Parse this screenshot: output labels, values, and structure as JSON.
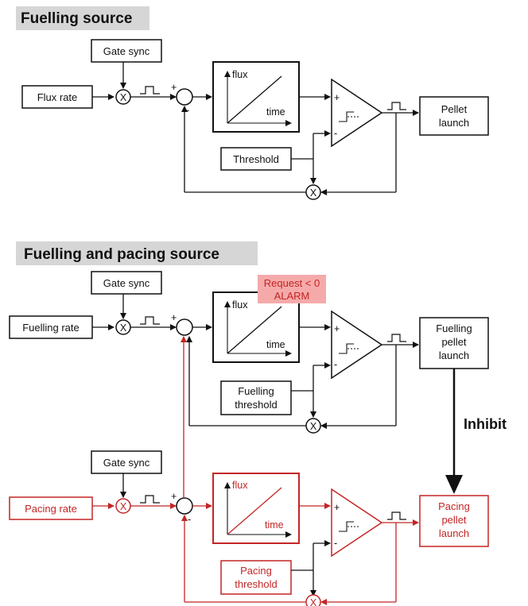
{
  "section1": {
    "title": "Fuelling source",
    "gate_sync": "Gate sync",
    "rate": "Flux rate",
    "plot_y": "flux",
    "plot_x": "time",
    "threshold": "Threshold",
    "launch_line1": "Pellet",
    "launch_line2": "launch"
  },
  "section2": {
    "title": "Fuelling and pacing source",
    "fuel": {
      "gate_sync": "Gate sync",
      "rate": "Fuelling rate",
      "plot_y": "flux",
      "plot_x": "time",
      "threshold_line1": "Fuelling",
      "threshold_line2": "threshold",
      "launch_line1": "Fuelling",
      "launch_line2": "pellet",
      "launch_line3": "launch"
    },
    "alarm_line1": "Request < 0",
    "alarm_line2": "ALARM",
    "inhibit": "Inhibit",
    "pace": {
      "gate_sync": "Gate sync",
      "rate": "Pacing rate",
      "plot_y": "flux",
      "plot_x": "time",
      "threshold_line1": "Pacing",
      "threshold_line2": "threshold",
      "launch_line1": "Pacing",
      "launch_line2": "pellet",
      "launch_line3": "launch"
    }
  },
  "symbols": {
    "multiply": "X",
    "plus": "+",
    "minus": "-"
  },
  "colors": {
    "black": "#111111",
    "red": "#c42525",
    "header_bg": "#d6d6d6",
    "alarm_bg": "#f5aaaa"
  }
}
